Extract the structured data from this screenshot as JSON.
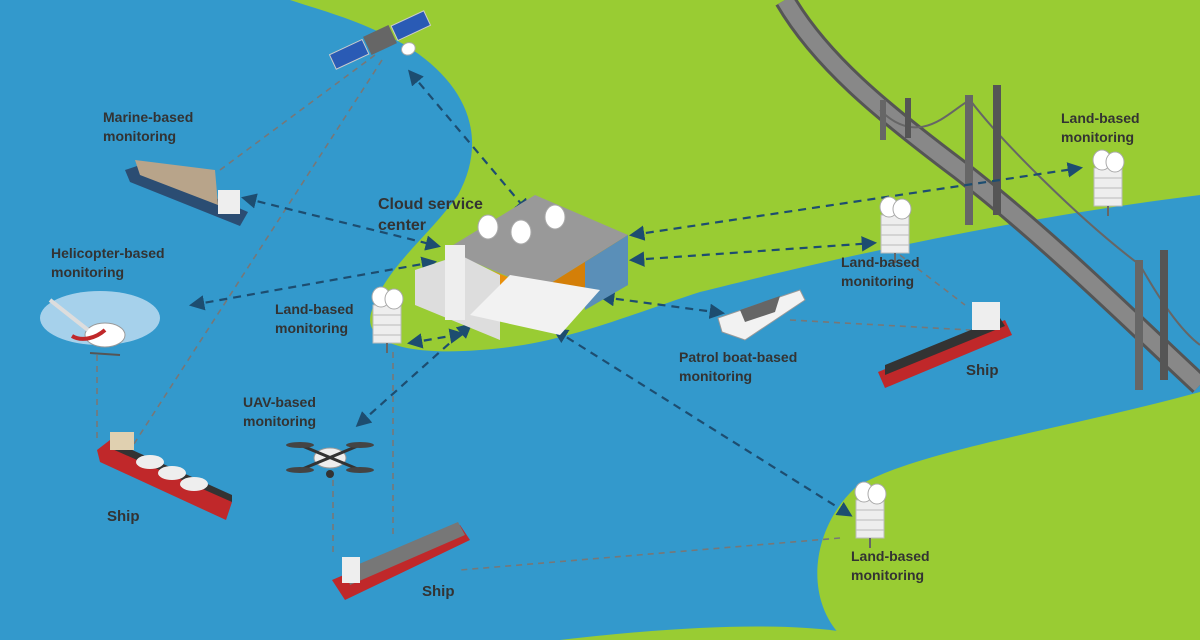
{
  "title": "Ship monitoring network",
  "labels": {
    "cloud_center": [
      "Cloud service",
      "center"
    ],
    "marine": [
      "Marine-based",
      "monitoring"
    ],
    "helicopter": [
      "Helicopter-based",
      "monitoring"
    ],
    "land_near_center": [
      "Land-based",
      "monitoring"
    ],
    "uav": [
      "UAV-based",
      "monitoring"
    ],
    "patrol": [
      "Patrol boat-based",
      "monitoring"
    ],
    "land_far_right": [
      "Land-based",
      "monitoring"
    ],
    "land_bridge": [
      "Land-based",
      "monitoring"
    ],
    "land_bottom": [
      "Land-based",
      "monitoring"
    ],
    "ship_left": "Ship",
    "ship_bottom": "Ship",
    "ship_right": "Ship"
  },
  "colors": {
    "water": "#3399cc",
    "land": "#99cc33",
    "arrow": "#1d4d70",
    "link": "#777777",
    "accent_orange": "#e8900c",
    "hull_red": "#c0282a"
  }
}
